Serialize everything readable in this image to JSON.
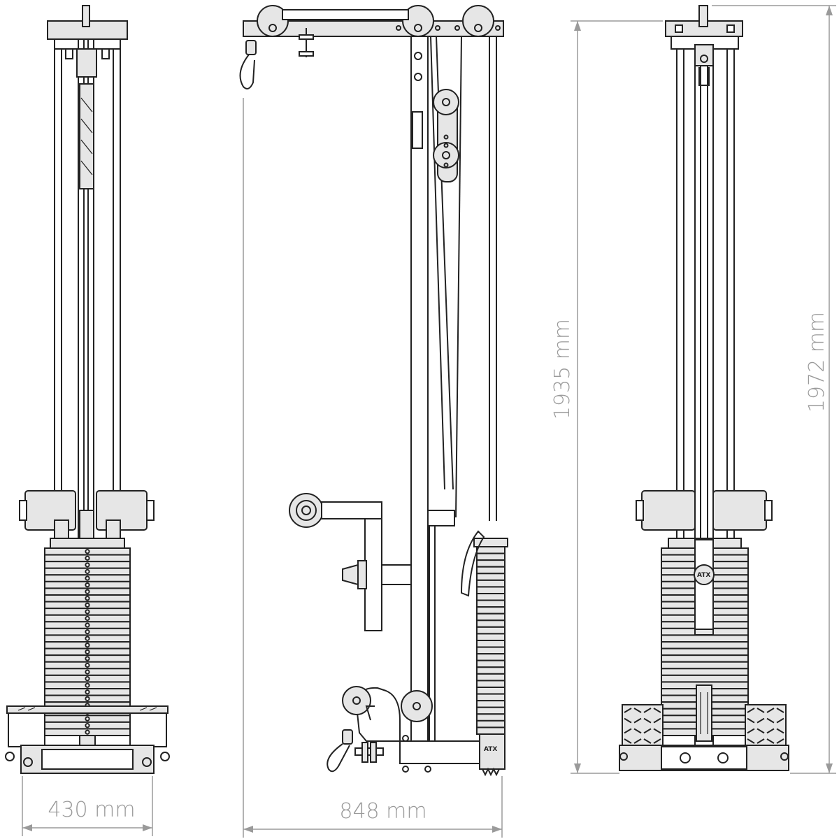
{
  "dimensions": {
    "front_width": "430 mm",
    "side_depth": "848 mm",
    "height_frame": "1935 mm",
    "height_total": "1972 mm"
  },
  "brand_mark": "ATX",
  "colors": {
    "line": "#222222",
    "fill": "#e6e6e6",
    "dimension": "#9a9a9a"
  }
}
